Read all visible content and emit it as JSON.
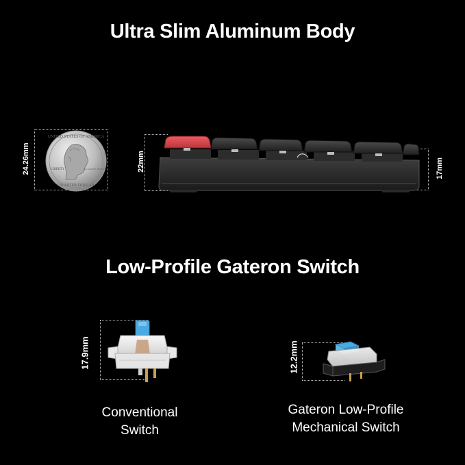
{
  "section_top": {
    "title": "Ultra Slim Aluminum Body",
    "coin_height": "24.26mm",
    "keyboard_front_height": "22mm",
    "keyboard_rear_height": "17mm",
    "coin_text_top": "UNITED STATES OF AMERICA",
    "coin_text_left": "LIBERTY",
    "coin_text_right": "IN GOD WE TRUST",
    "coin_text_bottom": "QUARTER DOLLAR"
  },
  "section_bottom": {
    "title": "Low-Profile Gateron Switch",
    "conventional": {
      "height": "17.9mm",
      "caption_line1": "Conventional",
      "caption_line2": "Switch"
    },
    "low_profile": {
      "height": "12.2mm",
      "caption_line1": "Gateron Low-Profile",
      "caption_line2": "Mechanical Switch"
    }
  },
  "colors": {
    "background": "#000000",
    "accent_keycap": "#e4474d",
    "switch_stem": "#4aa9e0"
  }
}
